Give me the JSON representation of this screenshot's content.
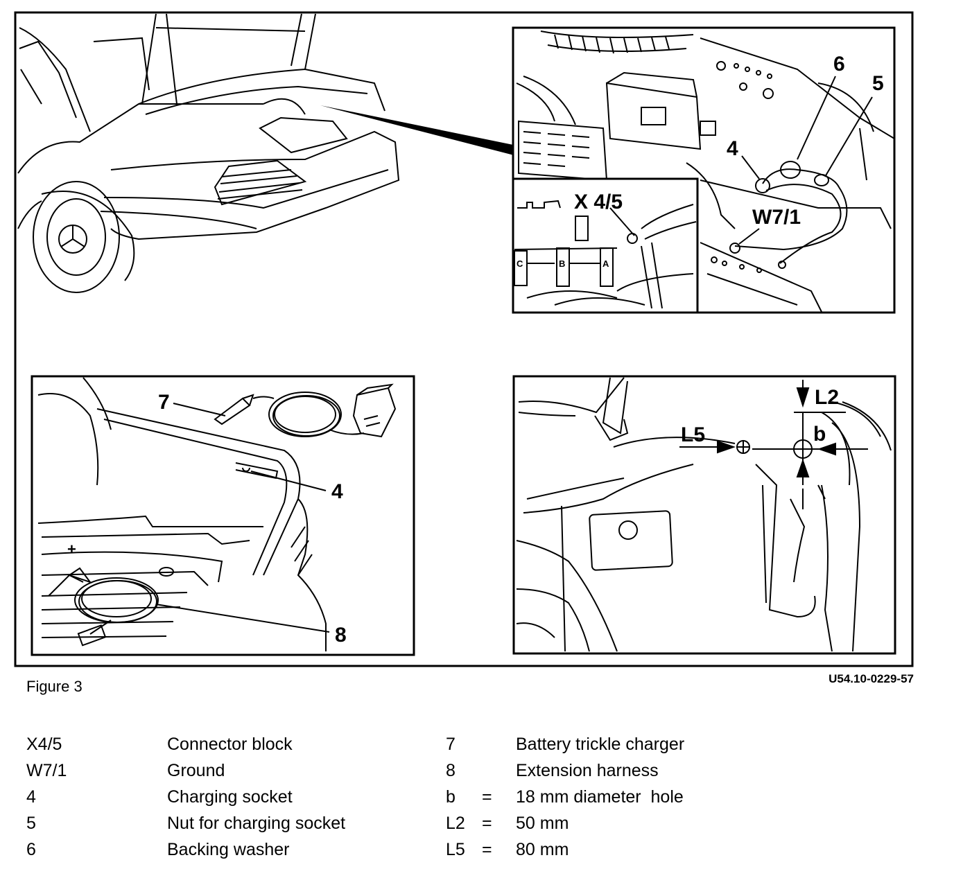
{
  "figure": {
    "caption": "Figure 3",
    "doc_id": "U54.10-0229-57"
  },
  "callouts": {
    "top_right": {
      "label_6": "6",
      "label_5": "5",
      "label_4": "4",
      "label_w71": "W7/1",
      "label_x45": "X 4/5",
      "pin_c": "C",
      "pin_b": "B",
      "pin_a": "A"
    },
    "bottom_left": {
      "label_7": "7",
      "label_4": "4",
      "label_8": "8",
      "plus": "+"
    },
    "bottom_right": {
      "label_l2": "L2",
      "label_l5": "L5",
      "label_b": "b"
    }
  },
  "legend": [
    {
      "code": "X4/5",
      "desc": "Connector block",
      "code2": "7",
      "eq": "",
      "desc2": "Battery trickle charger"
    },
    {
      "code": "W7/1",
      "desc": "Ground",
      "code2": "8",
      "eq": "",
      "desc2": "Extension harness"
    },
    {
      "code": "4",
      "desc": "Charging socket",
      "code2": "b",
      "eq": "=",
      "desc2": "18 mm diameter  hole"
    },
    {
      "code": "5",
      "desc": "Nut for charging socket",
      "code2": "L2",
      "eq": "=",
      "desc2": "50 mm"
    },
    {
      "code": "6",
      "desc": "Backing washer",
      "code2": "L5",
      "eq": "=",
      "desc2": "80 mm"
    }
  ]
}
